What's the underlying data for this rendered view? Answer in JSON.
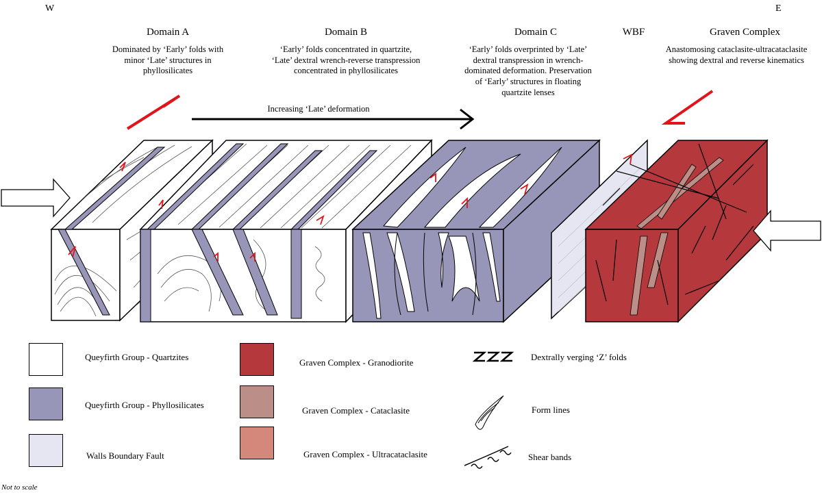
{
  "compass": {
    "west": "W",
    "east": "E"
  },
  "headers": {
    "domain_a": {
      "title": "Domain A",
      "desc": [
        "Dominated by ‘Early’ folds with",
        "minor ‘Late’ structures in",
        "phyllosilicates"
      ]
    },
    "domain_b": {
      "title": "Domain B",
      "desc": [
        "‘Early’ folds concentrated in quartzite,",
        "‘Late’ dextral wrench-reverse transpression",
        "concentrated in phyllosilicates"
      ]
    },
    "domain_c": {
      "title": "Domain C",
      "desc": [
        "‘Early’ folds overprinted by ‘Late’",
        "dextral transpression in wrench-",
        "dominated deformation. Preservation",
        "of ‘Early’ structures in floating",
        "quartzite lenses"
      ]
    },
    "wbf": {
      "title": "WBF"
    },
    "graven": {
      "title": "Graven Complex",
      "desc": [
        "Anastomosing cataclasite-ultracataclasite",
        "showing dextral and reverse kinematics"
      ]
    }
  },
  "arrow_label": "Increasing ‘Late’ deformation",
  "legend": {
    "quartzites": {
      "label": "Queyfirth Group - Quartzites",
      "color": "#ffffff"
    },
    "phyllosilicates": {
      "label": "Queyfirth Group - Phyllosilicates",
      "color": "#9896b8"
    },
    "wbf": {
      "label": "Walls Boundary Fault",
      "color": "#e6e6f2"
    },
    "granodiorite": {
      "label": "Graven Complex - Granodiorite",
      "color": "#b5383d"
    },
    "cataclasite": {
      "label": "Graven Complex - Cataclasite",
      "color": "#bb8f87"
    },
    "ultracataclasite": {
      "label": "Graven Complex - Ultracataclasite",
      "color": "#d4887c"
    },
    "z_folds": {
      "label": "Dextrally verging ‘Z’ folds"
    },
    "form_lines": {
      "label": "Form lines"
    },
    "shear_bands": {
      "label": "Shear bands"
    }
  },
  "footnote": "Not to scale",
  "colors": {
    "kinematic_red": "#e0151b",
    "outline": "#000000"
  }
}
